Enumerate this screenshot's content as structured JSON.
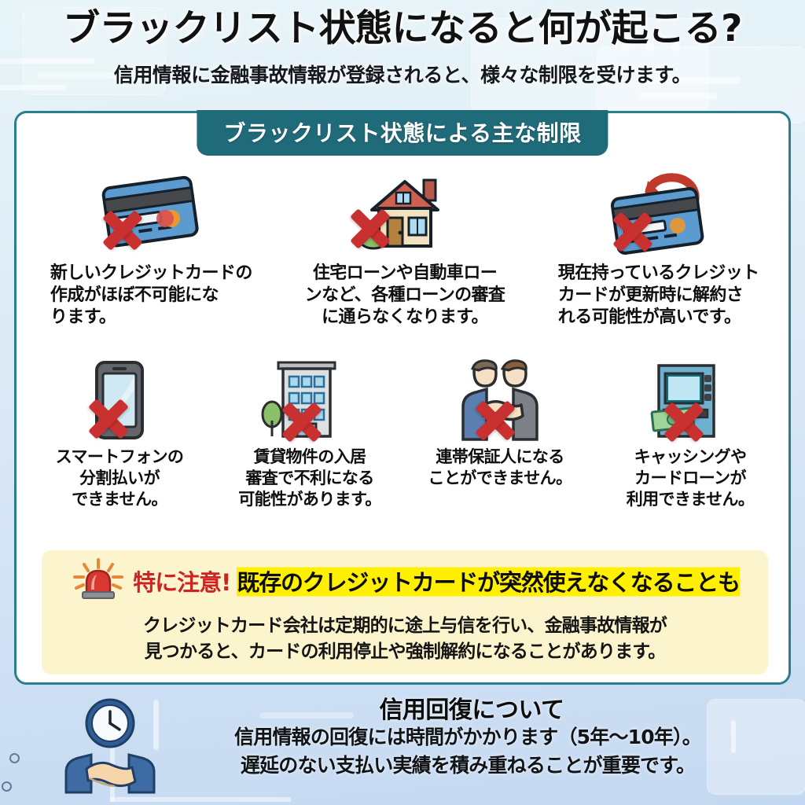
{
  "header": {
    "title": "ブラックリスト状態になると何が起こる?",
    "subtitle": "信用情報に金融事故情報が登録されると、様々な制限を受けます。"
  },
  "card": {
    "banner": "ブラックリスト状態による主な制限"
  },
  "restrictions_row1": [
    {
      "icon": "credit-card-icon",
      "label": "新しいクレジットカードの\n作成がほぼ不可能にな\nります。"
    },
    {
      "icon": "house-icon",
      "label": "住宅ローンや自動車ロー\nンなど、各種ローンの審査\nに通らなくなります。"
    },
    {
      "icon": "credit-card-renewal-icon",
      "label": "現在持っているクレジット\nカードが更新時に解約さ\nれる可能性が高いです。"
    }
  ],
  "restrictions_row2": [
    {
      "icon": "smartphone-icon",
      "label": "スマートフォンの\n分割払いが\nできません。"
    },
    {
      "icon": "apartment-building-icon",
      "label": "賃貸物件の入居\n審査で不利になる\n可能性があります。"
    },
    {
      "icon": "handshake-icon",
      "label": "連帯保証人になる\nことができません。"
    },
    {
      "icon": "atm-icon",
      "label": "キャッシングや\nカードローンが\n利用できません。"
    }
  ],
  "warning": {
    "icon": "siren-icon",
    "strong": "特に注意!",
    "highlight": "既存のクレジットカードが突然使えなくなることも",
    "body": "クレジットカード会社は定期的に途上与信を行い、金融事故情報が\n見つかると、カードの利用停止や強制解約になることがあります。"
  },
  "footer": {
    "icon": "clock-handshake-icon",
    "title": "信用回復について",
    "body": "信用情報の回復には時間がかかります（5年〜10年）。\n遅延のない支払い実績を積み重ねることが重要です。"
  },
  "colors": {
    "accent_teal": "#206b79",
    "card_border": "#2b7f8c",
    "warning_bg": "#fcf4cd",
    "warning_red": "#cf2222",
    "highlight_yellow": "#ffef00",
    "x_mark_red": "#c93030"
  }
}
